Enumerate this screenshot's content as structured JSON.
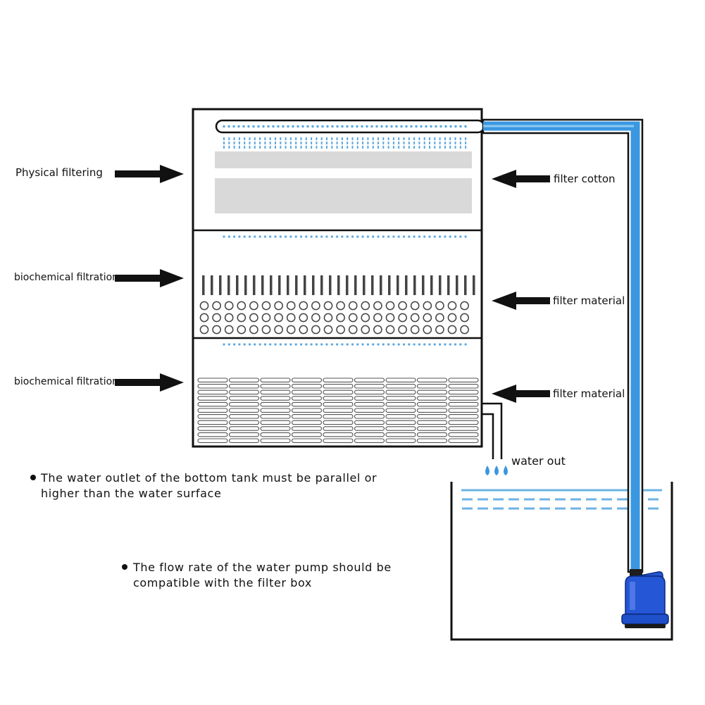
{
  "labels": {
    "physical_filtering": "Physical filtering",
    "biochemical_filtration_1": "biochemical filtration",
    "biochemical_filtration_2": "biochemical filtration",
    "filter_cotton": "filter cotton",
    "filter_material_1": "filter material",
    "filter_material_2": "filter material",
    "water_out": "water out"
  },
  "notes": {
    "outlet_line1": "The water outlet of the bottom tank must be parallel or",
    "outlet_line2": "higher than the water surface",
    "pump_line1": "The flow rate of the water pump should be",
    "pump_line2": "compatible with the filter box"
  },
  "colors": {
    "water_blue": "#3a97e0",
    "dot_blue": "#5aa7df",
    "cotton_gray": "#d9d9d9",
    "pump_blue": "#1f4fc9",
    "outline": "#111111"
  },
  "icons": {
    "arrow": "arrow-icon",
    "pump": "water-pump-icon",
    "bullet": "bullet-icon",
    "droplet": "water-droplet-icon"
  }
}
